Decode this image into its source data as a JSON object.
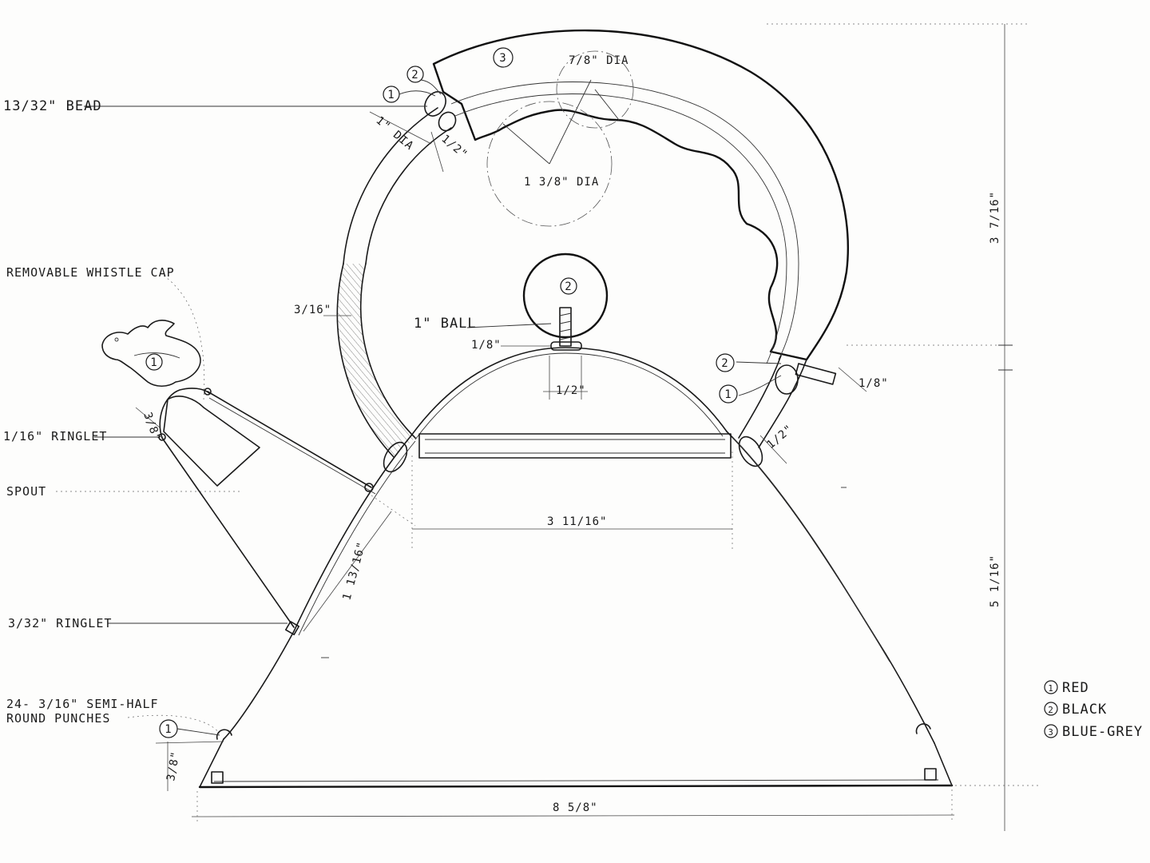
{
  "labels": {
    "bead": "13/32\" BEAD",
    "whistle_cap": "REMOVABLE WHISTLE CAP",
    "ringlet_top": "1/16\" RINGLET",
    "spout": "SPOUT",
    "ringlet_bottom": "3/32\" RINGLET",
    "punches_line1": "24- 3/16\" SEMI-HALF",
    "punches_line2": "ROUND PUNCHES",
    "ball": "1\" BALL"
  },
  "dimensions": {
    "handle_dia_small": "7/8\" DIA",
    "handle_dia_large": "1 3/8\" DIA",
    "one_dia": "1\" DIA",
    "half_top": "1/2\"",
    "three_sixteenths": "3/16\"",
    "eighth_ball": "1/8\"",
    "half_ball": "1/2\"",
    "eighth_right": "1/8\"",
    "half_right": "1/2\"",
    "lid_width": "3 11/16\"",
    "side_length": "1 13/16\"",
    "three_eighths_cap": "3/8\"",
    "three_eighths_base": "3/8\"",
    "base_width": "8 5/8\"",
    "height_upper": "3 7/16\"",
    "height_lower": "5 1/16\""
  },
  "callouts": {
    "c1_top": "1",
    "c2_top": "2",
    "c3_top": "3",
    "c2_ball": "2",
    "c1_cap": "1",
    "c2_right": "2",
    "c1_right": "1",
    "c1_base": "1"
  },
  "legend": [
    {
      "num": "1",
      "name": "RED"
    },
    {
      "num": "2",
      "name": "BLACK"
    },
    {
      "num": "3",
      "name": "BLUE-GREY"
    }
  ]
}
